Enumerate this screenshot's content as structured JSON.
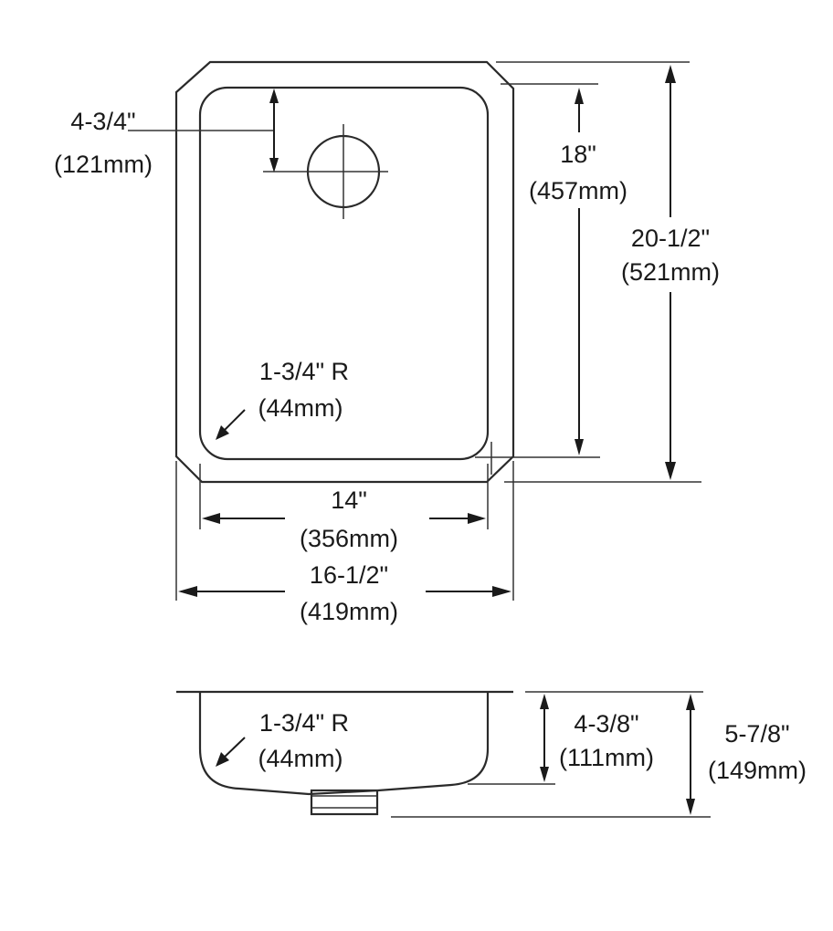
{
  "top_view": {
    "drain_offset": {
      "imperial": "4-3/4\"",
      "metric": "(121mm)"
    },
    "bowl_length": {
      "imperial": "18\"",
      "metric": "(457mm)"
    },
    "overall_length": {
      "imperial": "20-1/2\"",
      "metric": "(521mm)"
    },
    "corner_radius": {
      "imperial": "1-3/4\" R",
      "metric": "(44mm)"
    },
    "bowl_width": {
      "imperial": "14\"",
      "metric": "(356mm)"
    },
    "overall_width": {
      "imperial": "16-1/2\"",
      "metric": "(419mm)"
    }
  },
  "side_view": {
    "corner_radius": {
      "imperial": "1-3/4\" R",
      "metric": "(44mm)"
    },
    "bowl_depth": {
      "imperial": "4-3/8\"",
      "metric": "(111mm)"
    },
    "overall_depth": {
      "imperial": "5-7/8\"",
      "metric": "(149mm)"
    }
  }
}
